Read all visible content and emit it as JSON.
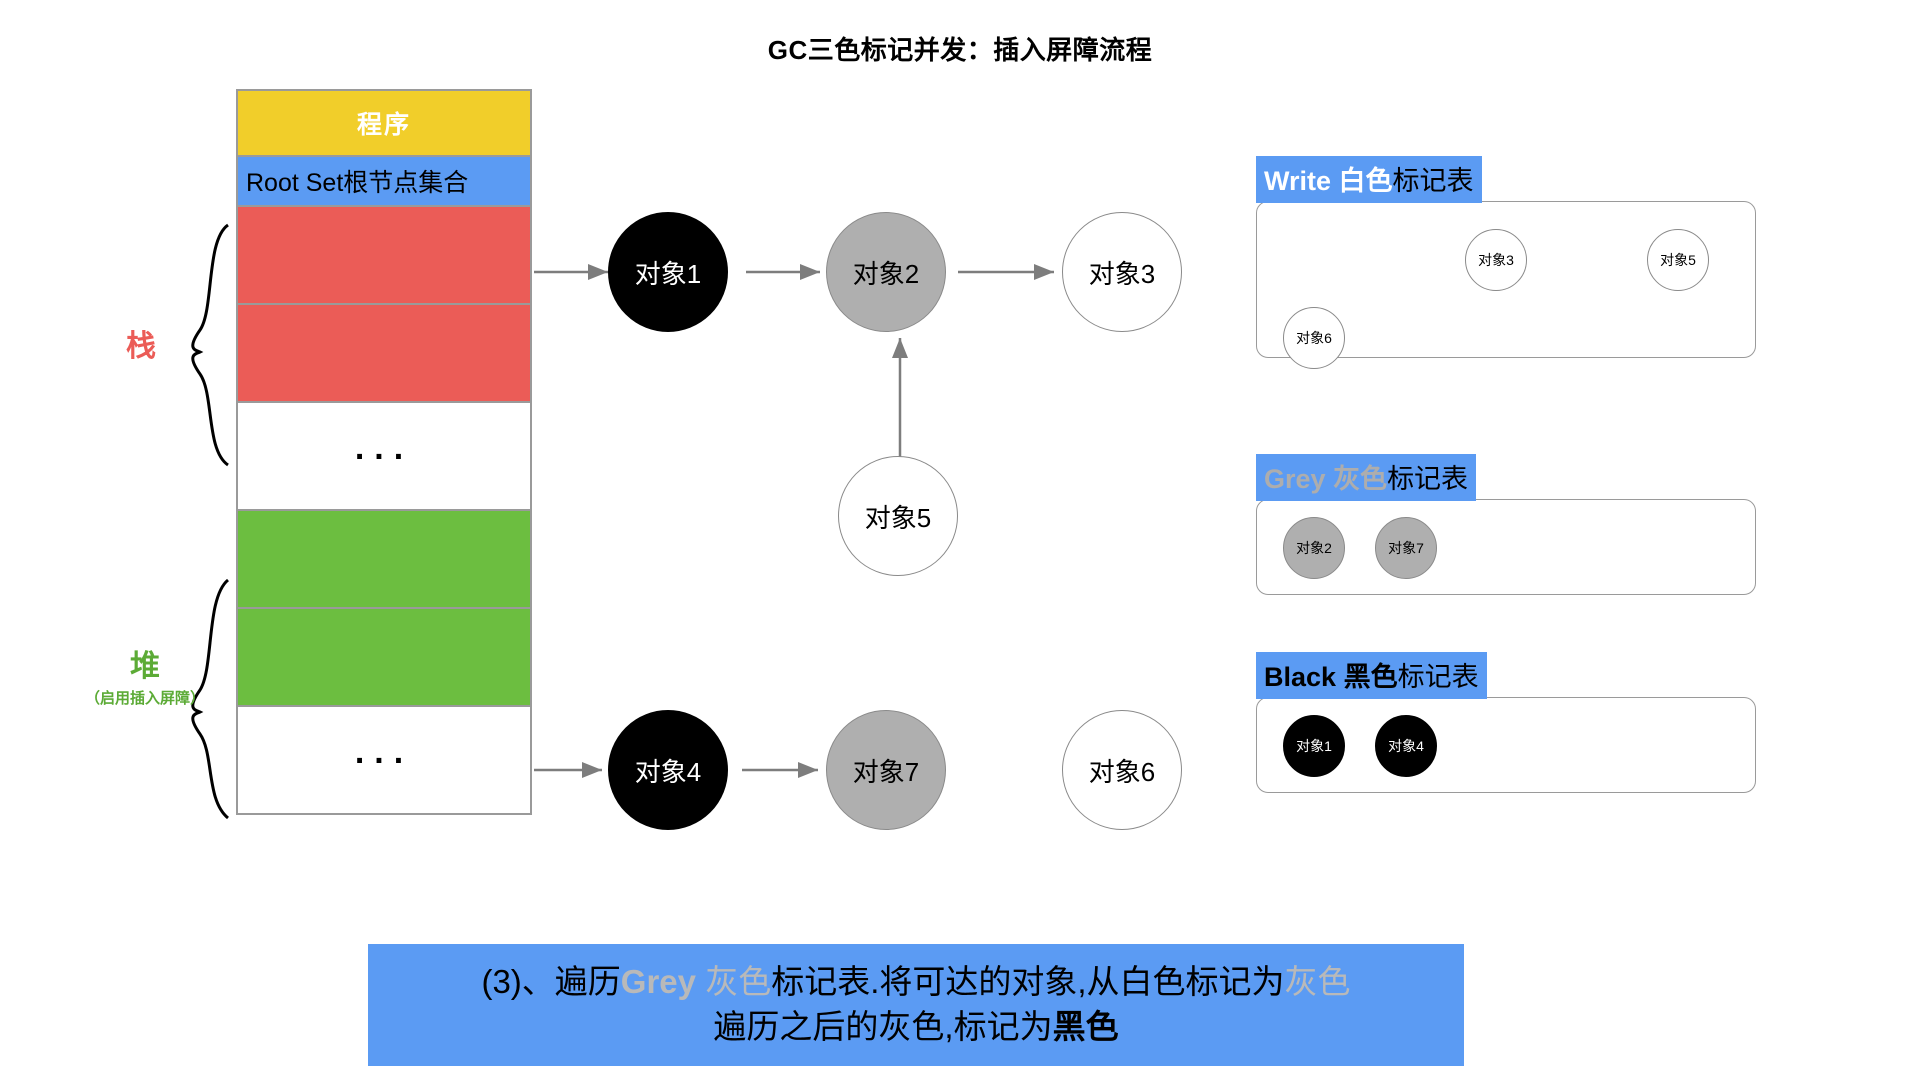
{
  "title": "GC三色标记并发：插入屏障流程",
  "memory_column": {
    "program_label": "程序",
    "root_set_label": "Root Set根节点集合",
    "ellipsis": "...",
    "rows": [
      {
        "kind": "program",
        "label": "程序"
      },
      {
        "kind": "root",
        "label": "Root Set根节点集合"
      },
      {
        "kind": "red",
        "label": ""
      },
      {
        "kind": "red",
        "label": ""
      },
      {
        "kind": "gap",
        "label": "..."
      },
      {
        "kind": "green",
        "label": ""
      },
      {
        "kind": "green",
        "label": ""
      },
      {
        "kind": "gap",
        "label": "..."
      }
    ]
  },
  "brace_labels": {
    "stack": {
      "main": "栈",
      "sub": ""
    },
    "heap": {
      "main": "堆",
      "sub": "（启用插入屏障）"
    }
  },
  "graph": {
    "nodes": [
      {
        "id": "obj1",
        "label": "对象1",
        "color": "black"
      },
      {
        "id": "obj2",
        "label": "对象2",
        "color": "grey"
      },
      {
        "id": "obj3",
        "label": "对象3",
        "color": "white"
      },
      {
        "id": "obj5",
        "label": "对象5",
        "color": "white"
      },
      {
        "id": "obj4",
        "label": "对象4",
        "color": "black"
      },
      {
        "id": "obj7",
        "label": "对象7",
        "color": "grey"
      },
      {
        "id": "obj6",
        "label": "对象6",
        "color": "white"
      }
    ],
    "edges": [
      {
        "from": "root-set",
        "to": "obj1"
      },
      {
        "from": "obj1",
        "to": "obj2"
      },
      {
        "from": "obj2",
        "to": "obj3"
      },
      {
        "from": "obj5",
        "to": "obj2"
      },
      {
        "from": "heap-row",
        "to": "obj4"
      },
      {
        "from": "obj4",
        "to": "obj7"
      }
    ]
  },
  "mark_tables": [
    {
      "id": "white",
      "header_en": "Write",
      "header_color_cn": "白色",
      "header_suffix": "标记表",
      "items": [
        {
          "label": "对象3",
          "color": "white"
        },
        {
          "label": "对象5",
          "color": "white"
        },
        {
          "label": "对象6",
          "color": "white"
        }
      ]
    },
    {
      "id": "grey",
      "header_en": "Grey",
      "header_color_cn": "灰色",
      "header_suffix": "标记表",
      "items": [
        {
          "label": "对象2",
          "color": "grey"
        },
        {
          "label": "对象7",
          "color": "grey"
        }
      ]
    },
    {
      "id": "black",
      "header_en": "Black",
      "header_color_cn": "黑色",
      "header_suffix": "标记表",
      "items": [
        {
          "label": "对象1",
          "color": "black"
        },
        {
          "label": "对象4",
          "color": "black"
        }
      ]
    }
  ],
  "caption": {
    "line1_prefix": "(3)、遍历",
    "line1_grey_en": "Grey ",
    "line1_grey_cn": "灰色",
    "line1_mid": "标记表.将可达的对象,从白色标记为",
    "line1_grey_end": "灰色",
    "line2_prefix": "遍历之后的灰色,标记为",
    "line2_black": "黑色"
  },
  "colors": {
    "accent_blue": "#5B9BF3",
    "program_yellow": "#F1CE2A",
    "stack_red": "#EB5C57",
    "heap_green": "#6CBE40",
    "grey_node": "#AFAFAF",
    "black_node": "#000000",
    "border_grey": "#9A9A9A"
  }
}
